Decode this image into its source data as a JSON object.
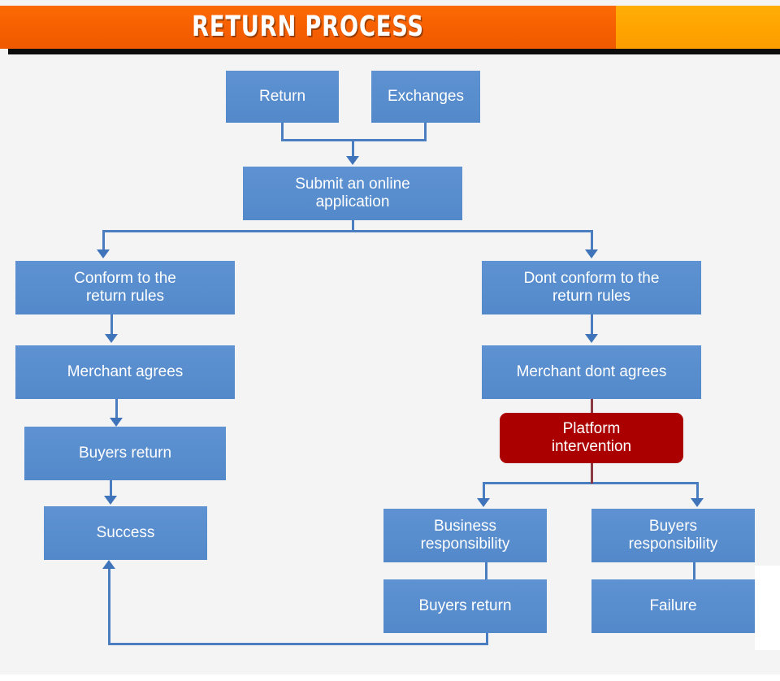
{
  "header": {
    "title": "RETURN PROCESS",
    "bar_color_left": "#f65f00",
    "bar_color_right": "#ffa300",
    "title_color": "#ffffff"
  },
  "theme": {
    "background": "#f4f4f4",
    "node_blue": "#5389ca",
    "node_red": "#ab0000",
    "connector_blue": "#4a7ec0",
    "node_text": "#ffffff"
  },
  "chart_data": {
    "type": "diagram",
    "title": "RETURN PROCESS",
    "nodes": [
      {
        "id": "return",
        "label": "Return",
        "color": "#5389ca",
        "shape": "rect"
      },
      {
        "id": "exchanges",
        "label": "Exchanges",
        "color": "#5389ca",
        "shape": "rect"
      },
      {
        "id": "submit",
        "label": "Submit an online\napplication",
        "color": "#5389ca",
        "shape": "rect"
      },
      {
        "id": "conform",
        "label": "Conform to the\nreturn rules",
        "color": "#5389ca",
        "shape": "rect"
      },
      {
        "id": "merchant_agrees",
        "label": "Merchant agrees",
        "color": "#5389ca",
        "shape": "rect"
      },
      {
        "id": "buyers_return_l",
        "label": "Buyers return",
        "color": "#5389ca",
        "shape": "rect"
      },
      {
        "id": "success",
        "label": "Success",
        "color": "#5389ca",
        "shape": "rect"
      },
      {
        "id": "dont_conform",
        "label": "Dont conform to the\nreturn rules",
        "color": "#5389ca",
        "shape": "rect"
      },
      {
        "id": "merchant_dont",
        "label": "Merchant dont agrees",
        "color": "#5389ca",
        "shape": "rect"
      },
      {
        "id": "platform",
        "label": "Platform\nintervention",
        "color": "#ab0000",
        "shape": "rounded-rect"
      },
      {
        "id": "business_resp",
        "label": "Business\nresponsibility",
        "color": "#5389ca",
        "shape": "rect"
      },
      {
        "id": "buyers_resp",
        "label": "Buyers\nresponsibility",
        "color": "#5389ca",
        "shape": "rect"
      },
      {
        "id": "buyers_return_r",
        "label": "Buyers return",
        "color": "#5389ca",
        "shape": "rect"
      },
      {
        "id": "failure",
        "label": "Failure",
        "color": "#5389ca",
        "shape": "rect"
      }
    ],
    "edges": [
      {
        "from": "return",
        "to": "submit"
      },
      {
        "from": "exchanges",
        "to": "submit"
      },
      {
        "from": "submit",
        "to": "conform"
      },
      {
        "from": "submit",
        "to": "dont_conform"
      },
      {
        "from": "conform",
        "to": "merchant_agrees"
      },
      {
        "from": "merchant_agrees",
        "to": "buyers_return_l"
      },
      {
        "from": "buyers_return_l",
        "to": "success"
      },
      {
        "from": "dont_conform",
        "to": "merchant_dont"
      },
      {
        "from": "merchant_dont",
        "to": "platform"
      },
      {
        "from": "platform",
        "to": "business_resp"
      },
      {
        "from": "platform",
        "to": "buyers_resp"
      },
      {
        "from": "business_resp",
        "to": "buyers_return_r"
      },
      {
        "from": "buyers_resp",
        "to": "failure"
      },
      {
        "from": "buyers_return_r",
        "to": "success"
      }
    ]
  },
  "nodes": {
    "return": "Return",
    "exchanges": "Exchanges",
    "submit": "Submit an online\napplication",
    "conform": "Conform to the\nreturn rules",
    "merchant_agrees": "Merchant agrees",
    "buyers_return_left": "Buyers return",
    "success": "Success",
    "dont_conform": "Dont conform to the\nreturn rules",
    "merchant_dont_agrees": "Merchant dont agrees",
    "platform_intervention": "Platform\nintervention",
    "business_responsibility": "Business\nresponsibility",
    "buyers_responsibility": "Buyers\nresponsibility",
    "buyers_return_right": "Buyers return",
    "failure": "Failure"
  }
}
